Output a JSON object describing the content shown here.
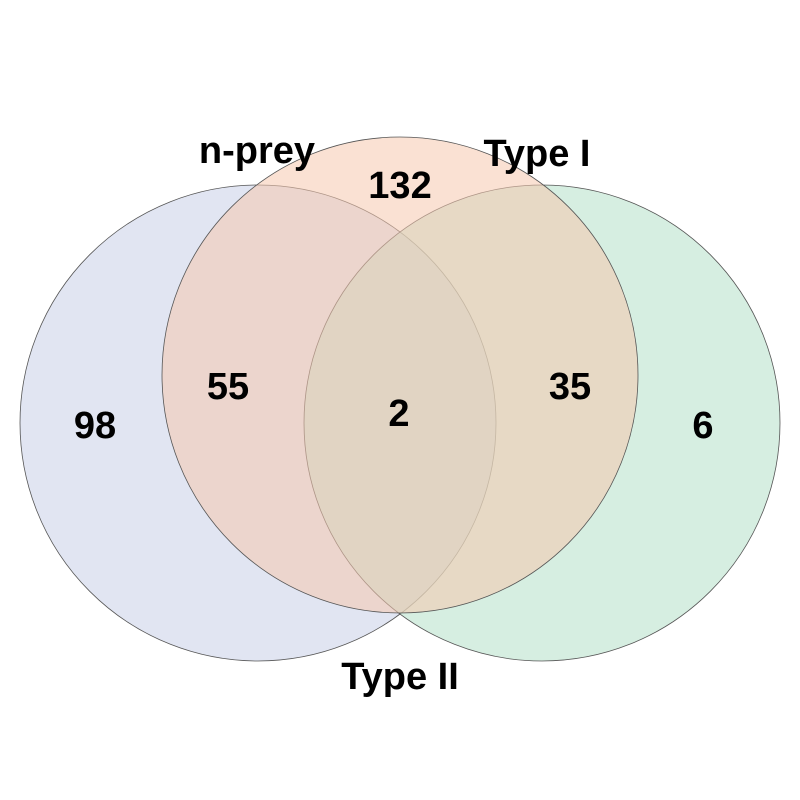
{
  "sets": [
    {
      "key": "left",
      "label": "n-prey",
      "color": "#c8d0e8"
    },
    {
      "key": "top",
      "label": "Type I",
      "color": "#f6c8ae"
    },
    {
      "key": "right",
      "label": "Type II",
      "color": "#b4e0c8"
    }
  ],
  "regions": {
    "left_only": "98",
    "top_only": "132",
    "right_only": "6",
    "left_top": "55",
    "top_right": "35",
    "left_right": "",
    "all_three": "2"
  }
}
